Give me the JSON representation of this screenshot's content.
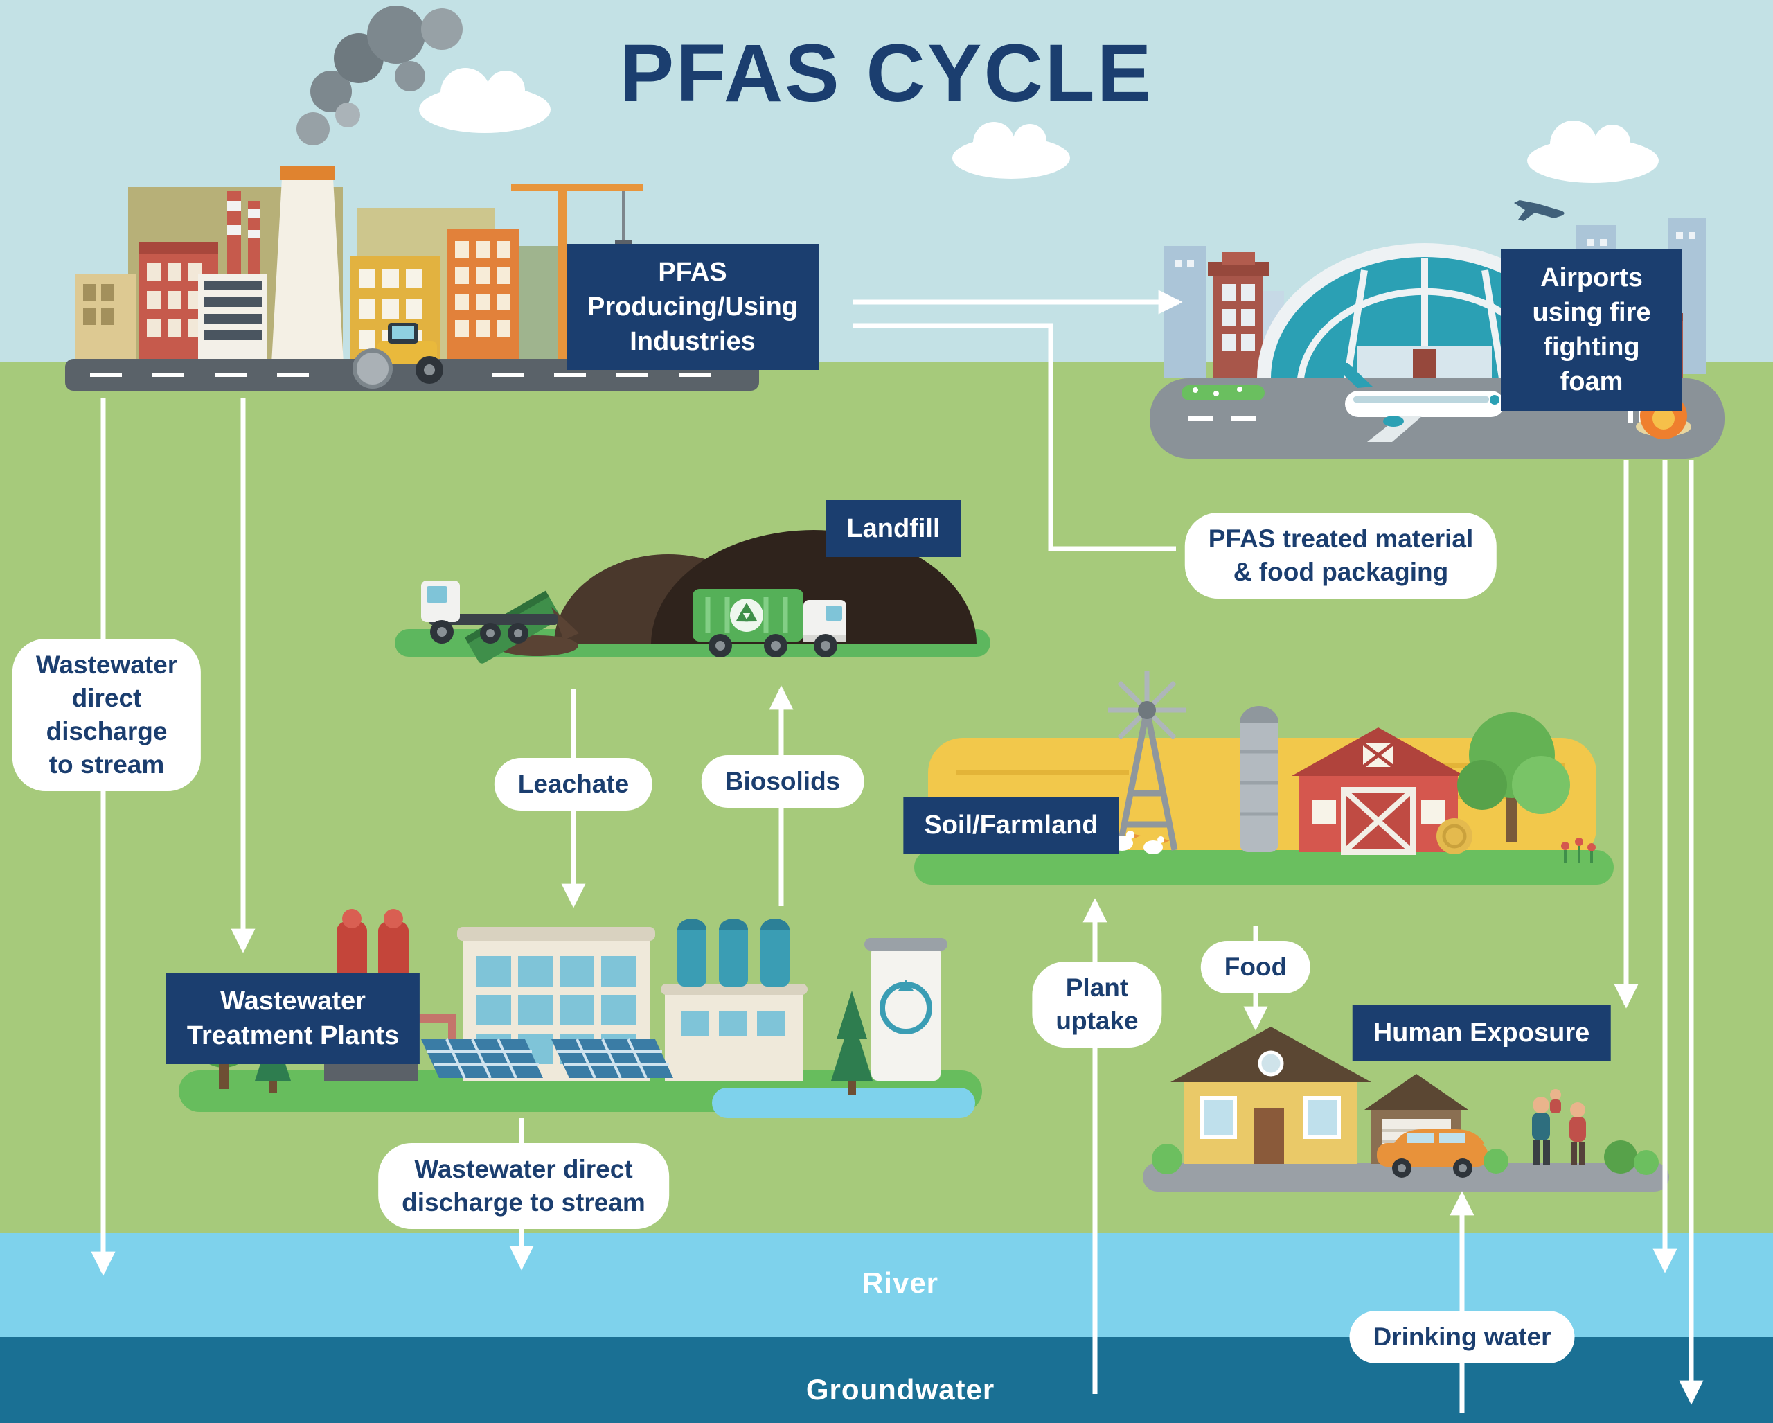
{
  "title": "PFAS CYCLE",
  "nodes": {
    "industries": {
      "label": "PFAS\nProducing/Using\nIndustries"
    },
    "airport": {
      "label": "Airports using fire\nfighting foam"
    },
    "landfill": {
      "label": "Landfill"
    },
    "farmland": {
      "label": "Soil/Farmland"
    },
    "wwtp": {
      "label": "Wastewater\nTreatment Plants"
    },
    "human_exposure": {
      "label": "Human Exposure"
    }
  },
  "flows": {
    "wastewater_left": {
      "label": "Wastewater\ndirect\ndischarge\nto stream"
    },
    "pfas_material": {
      "label": "PFAS treated material\n& food packaging"
    },
    "leachate": {
      "label": "Leachate"
    },
    "biosolids": {
      "label": "Biosolids"
    },
    "plant_uptake": {
      "label": "Plant\nuptake"
    },
    "food": {
      "label": "Food"
    },
    "wastewater_bottom": {
      "label": "Wastewater direct\ndischarge to stream"
    },
    "drinking_water": {
      "label": "Drinking water"
    }
  },
  "bands": {
    "river": {
      "label": "River"
    },
    "groundwater": {
      "label": "Groundwater"
    }
  },
  "colors": {
    "sky": "#c3e1e5",
    "land": "#a6ca7b",
    "river": "#7ed2ec",
    "groundwater": "#1a7094",
    "label_box_bg": "#1b3e6f",
    "label_box_text": "#ffffff",
    "pill_bg": "#ffffff",
    "pill_text": "#1b3e6f",
    "title_text": "#1b3e6f",
    "arrow": "#ffffff"
  }
}
